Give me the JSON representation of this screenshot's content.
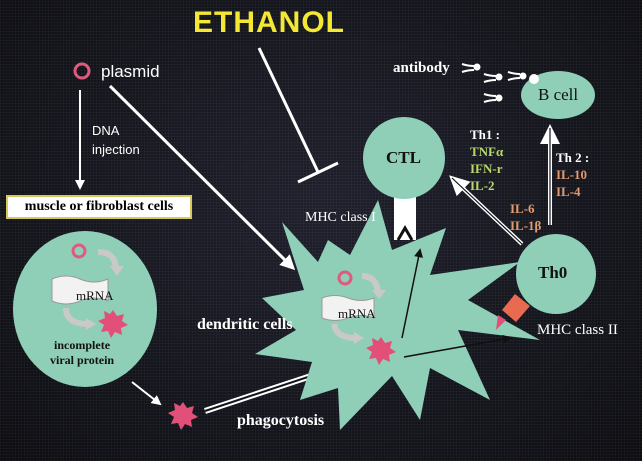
{
  "title": "ETHANOL",
  "labels": {
    "plasmid": "plasmid",
    "dna_injection_1": "DNA",
    "dna_injection_2": "injection",
    "muscle_box": "muscle or fibroblast cells",
    "mrna_left": "mRNA",
    "mrna_dc": "mRNA",
    "incomplete_1": "incomplete",
    "incomplete_2": "viral protein",
    "dendritic_cells": "dendritic cells",
    "phagocytosis": "phagocytosis",
    "mhc_class_i": "MHC class I",
    "mhc_class_ii": "MHC class II",
    "ctl": "CTL",
    "th0": "Th0",
    "b_cell": "B cell",
    "antibody": "antibody"
  },
  "th1": {
    "header": "Th1 :",
    "items": [
      "TNFα",
      "IFN-r",
      "IL-2"
    ]
  },
  "th2": {
    "header": "Th 2 :",
    "items": [
      "IL-10",
      "IL-4"
    ]
  },
  "il6_group": [
    "IL-6",
    "IL-1β"
  ],
  "colors": {
    "cell": "#8fcfb8",
    "title": "#f4e832",
    "protein": "#e2507a",
    "plasmid_ring": "#e05a80",
    "th1_cytokines": "#b8d86a",
    "th2_cytokines": "#e39a6e",
    "mhc_ii": "#e86a50"
  }
}
